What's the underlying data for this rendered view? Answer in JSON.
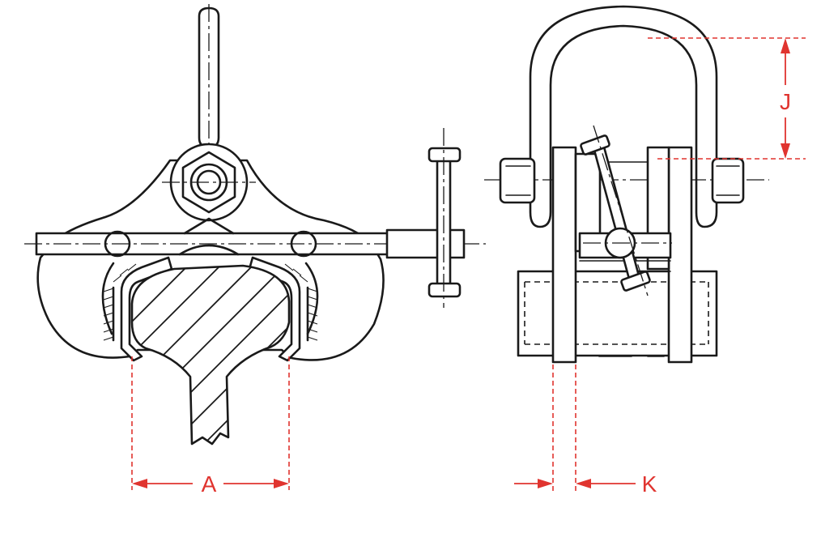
{
  "dimensions": {
    "A": {
      "label": "A"
    },
    "J": {
      "label": "J"
    },
    "K": {
      "label": "K"
    }
  },
  "colors": {
    "line": "#1a1a1a",
    "dimension": "#e0342f",
    "background": "#ffffff"
  }
}
